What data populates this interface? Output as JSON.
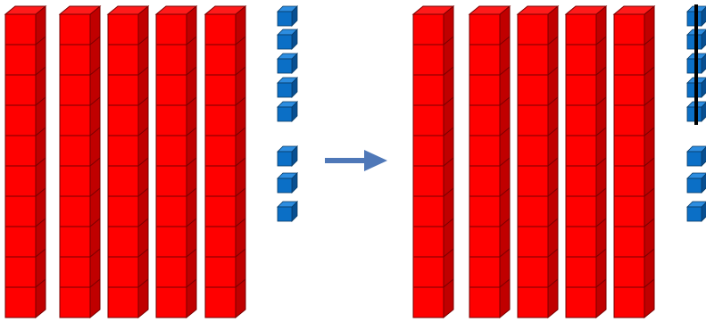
{
  "colors": {
    "rod_front": "#ff0000",
    "rod_top": "#ff1a1a",
    "rod_side": "#c00000",
    "rod_edge": "#7a0000",
    "unit_front": "#0b6fc6",
    "unit_top": "#2d8de0",
    "unit_side": "#084f91",
    "unit_edge": "#073a66",
    "arrow": "#4f78b8",
    "strike_line": "#000000"
  },
  "groups": [
    {
      "name": "before",
      "rods": 5,
      "cubes_per_rod": 10,
      "units": 8,
      "units_struck": 0
    },
    {
      "name": "after",
      "rods": 5,
      "cubes_per_rod": 10,
      "units": 8,
      "units_struck": 5
    }
  ],
  "arrow": {
    "direction": "right"
  }
}
